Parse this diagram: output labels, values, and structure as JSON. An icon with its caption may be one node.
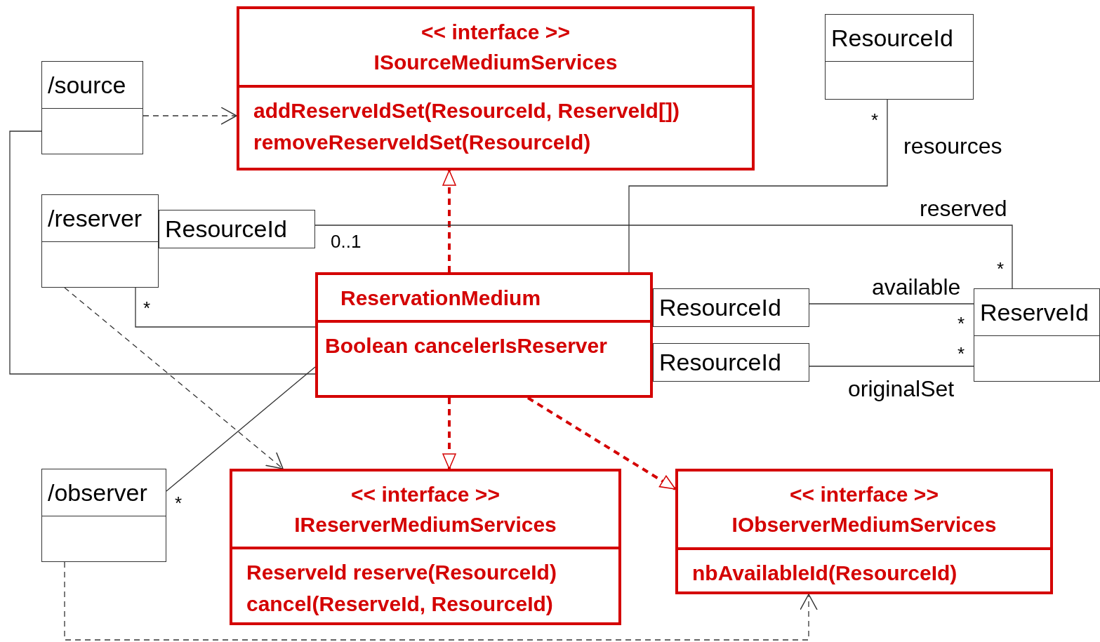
{
  "diagram": {
    "nodes": [
      {
        "text": [
          "<< interface >>",
          "ISourceMediumServices",
          "addReserveIdSet(ResourceId, ReserveId[])",
          "removeReserveIdSet(ResourceId)"
        ]
      },
      {
        "text": [
          "/source"
        ]
      },
      {
        "text": [
          "ResourceId"
        ]
      },
      {
        "text": [
          "/reserver"
        ]
      },
      {
        "text": [
          "ResourceId"
        ]
      },
      {
        "text": [
          "ReservationMedium",
          "Boolean cancelerIsReserver"
        ]
      },
      {
        "text": [
          "ResourceId"
        ]
      },
      {
        "text": [
          "ResourceId"
        ]
      },
      {
        "text": [
          "ReserveId"
        ]
      },
      {
        "text": [
          "/observer"
        ]
      },
      {
        "text": [
          "<< interface >>",
          "IReserverMediumServices",
          "ReserveId reserve(ResourceId)",
          "cancel(ReserveId, ResourceId)"
        ]
      },
      {
        "text": [
          "<< interface >>",
          "IObserverMediumServices",
          "nbAvailableId(ResourceId)"
        ]
      }
    ],
    "edges": [
      {
        "from": 1,
        "to": 0,
        "arrow": "to",
        "style": "dashed"
      },
      {
        "from": 5,
        "to": 0,
        "arrow": "to",
        "style": "dashed",
        "color": "#d40000"
      },
      {
        "from": 5,
        "to": 10,
        "arrow": "to",
        "style": "dashed",
        "color": "#d40000"
      },
      {
        "from": 5,
        "to": 11,
        "arrow": "to",
        "style": "dashed",
        "color": "#d40000"
      },
      {
        "from": 3,
        "to": 10,
        "arrow": "to",
        "style": "dashed"
      },
      {
        "from": 9,
        "to": 11,
        "arrow": "to",
        "style": "dashed"
      },
      {
        "from": 1,
        "to": 5,
        "arrow": "none"
      },
      {
        "from": 3,
        "to": 5,
        "arrow": "none"
      },
      {
        "from": 9,
        "to": 5,
        "arrow": "none"
      },
      {
        "from": 5,
        "to": 2,
        "arrow": "none"
      },
      {
        "from": 4,
        "to": 8,
        "arrow": "none"
      },
      {
        "from": 6,
        "to": 8,
        "arrow": "none"
      },
      {
        "from": 7,
        "to": 8,
        "arrow": "none"
      }
    ],
    "labels": [
      "*",
      "resources",
      "reserved",
      "0..1",
      "*",
      "available",
      "*",
      "*",
      "*",
      "originalSet",
      "*"
    ]
  }
}
